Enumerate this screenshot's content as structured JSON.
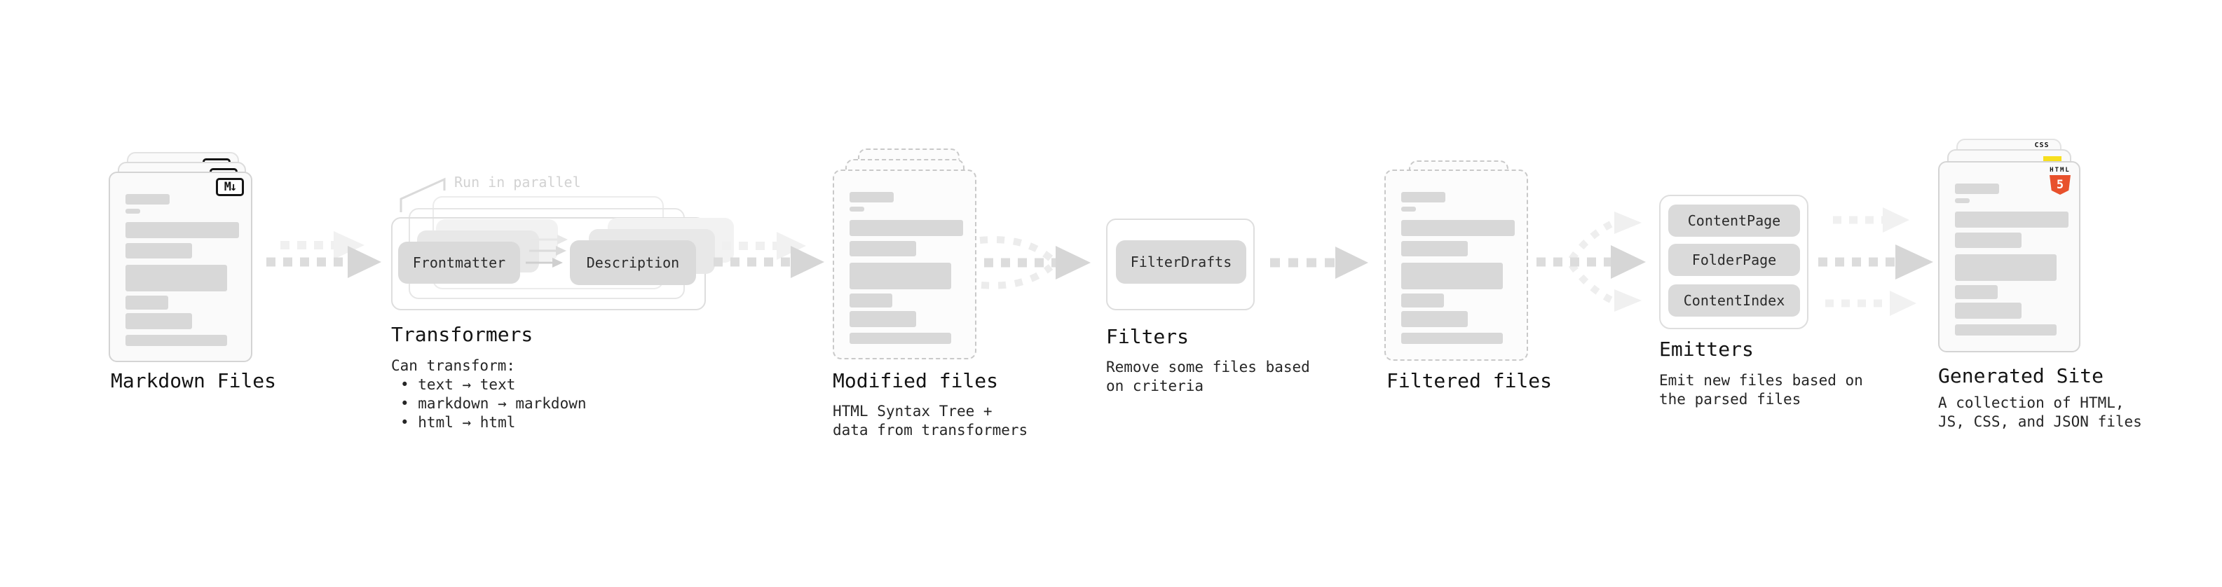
{
  "stages": {
    "markdown": {
      "label": "Markdown Files",
      "badge": "M↓"
    },
    "transformers": {
      "label": "Transformers",
      "note": "Run in parallel",
      "buttons": {
        "frontmatter": "Frontmatter",
        "description": "Description"
      },
      "desc_title": "Can transform:",
      "bullets": [
        "• text → text",
        "• markdown → markdown",
        "• html → html"
      ]
    },
    "modified": {
      "label": "Modified files",
      "desc": [
        "HTML Syntax Tree +",
        "data from transformers"
      ]
    },
    "filters": {
      "label": "Filters",
      "buttons": {
        "filter_drafts": "FilterDrafts"
      },
      "desc": [
        "Remove some files based",
        "on criteria"
      ]
    },
    "filtered": {
      "label": "Filtered files"
    },
    "emitters": {
      "label": "Emitters",
      "buttons": {
        "content_page": "ContentPage",
        "folder_page": "FolderPage",
        "content_index": "ContentIndex"
      },
      "desc": [
        "Emit new files based on",
        "the parsed files"
      ]
    },
    "generated": {
      "label": "Generated Site",
      "badges": {
        "css": "CSS",
        "html": "HTML",
        "html5_number": "5"
      },
      "desc": [
        "A collection of HTML,",
        "JS, CSS, and JSON files"
      ]
    }
  },
  "colors": {
    "css_blue": "#2b6be8",
    "js_yellow": "#f7df1e",
    "html_orange": "#e8512c"
  }
}
